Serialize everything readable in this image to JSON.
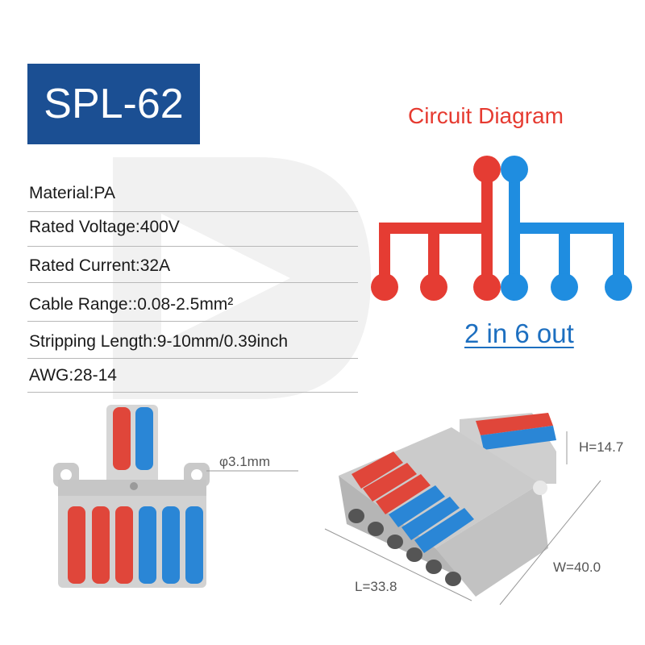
{
  "model": "SPL-62",
  "specs": [
    {
      "label": "Material:PA"
    },
    {
      "label": "Rated Voltage:400V"
    },
    {
      "label": "Rated Current:32A"
    },
    {
      "label": "Cable Range::0.08-2.5mm²"
    },
    {
      "label": "Stripping Length:9-10mm/0.39inch"
    },
    {
      "label": "AWG:28-14"
    }
  ],
  "circuit": {
    "title": "Circuit Diagram",
    "caption": "2 in 6 out",
    "colors": {
      "in_red": "#e53c33",
      "in_blue": "#1f8de0",
      "title": "#e63b31",
      "caption": "#1d6fc0"
    }
  },
  "dimensions": {
    "hole": "φ3.1mm",
    "height": "H=14.7",
    "width": "W=40.0",
    "length": "L=33.8"
  },
  "colors": {
    "title_bg": "#1b4f93"
  }
}
